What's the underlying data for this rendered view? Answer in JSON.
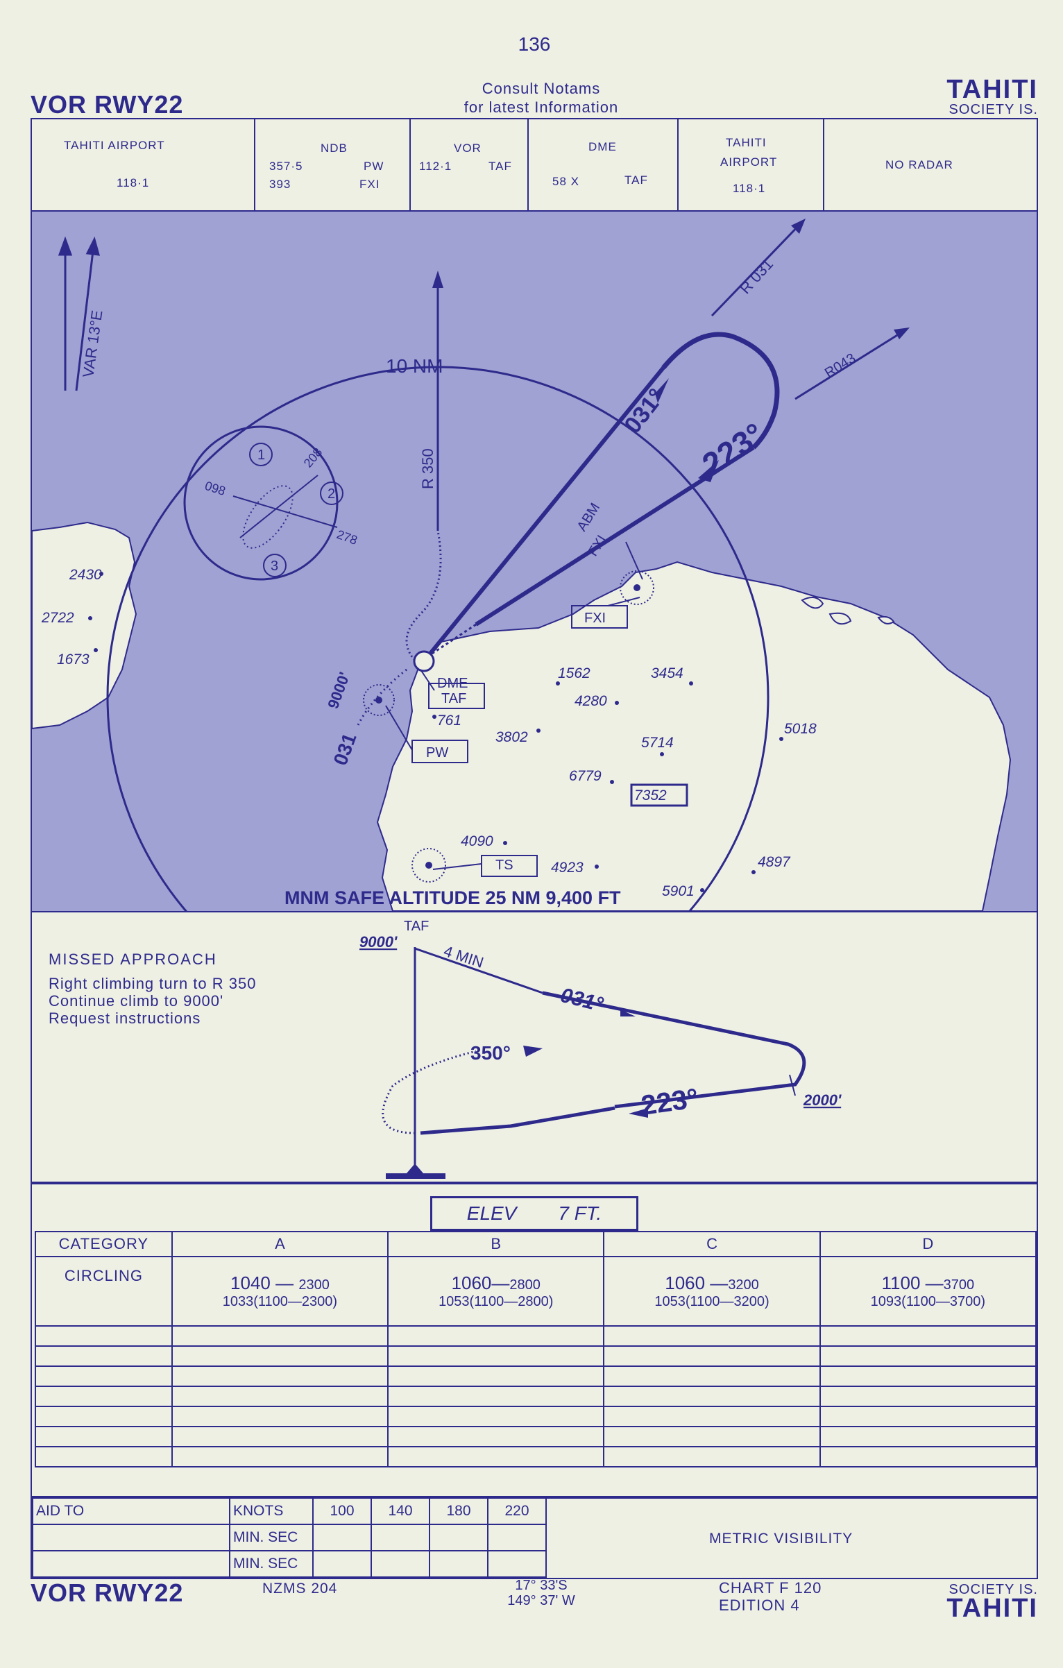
{
  "page_number": "136",
  "title": "VOR RWY22",
  "consult": [
    "Consult  Notams",
    "for latest Information"
  ],
  "place": {
    "name": "TAHITI",
    "region": "SOCIETY IS."
  },
  "freq_strip": {
    "tahiti_airport_left": {
      "label": "TAHITI     AIRPORT",
      "freq": "118·1"
    },
    "ndb": {
      "label": "NDB",
      "row1_freq": "357·5",
      "row1_id": "PW",
      "row2_freq": "393",
      "row2_id": "FXI"
    },
    "vor": {
      "label": "VOR",
      "freq": "112·1",
      "id": "TAF"
    },
    "dme": {
      "label": "DME",
      "chan": "58 X",
      "id": "TAF"
    },
    "tahiti_airport_right": {
      "line1": "TAHITI",
      "line2": "AIRPORT",
      "freq": "118·1"
    },
    "radar": "NO  RADAR"
  },
  "plan": {
    "var": "VAR 13°E",
    "ring_label": "10 NM",
    "r350": "R 350",
    "r031": "R 031",
    "r043": "R043",
    "inbound_course": "223°",
    "outbound_course": "031°",
    "abm": "ABM",
    "abm_fxi": "FXI",
    "holding": {
      "n1": "1",
      "n2": "2",
      "n3": "3",
      "in": "098",
      "out1": "208",
      "out2": "278"
    },
    "start_alt": "9000'",
    "start_course": "031",
    "nav_labels": {
      "dme": "DME",
      "taf": "TAF",
      "pw": "PW",
      "fxi": "FXI",
      "ts": "TS"
    },
    "spot_heights": [
      "2430",
      "2722",
      "1673",
      "1562",
      "3454",
      "4280",
      "761",
      "3802",
      "5714",
      "5018",
      "6779",
      "7352",
      "4090",
      "4923",
      "4897",
      "5901"
    ],
    "msa": "MNM SAFE ALTITUDE 25 NM  9,400 FT"
  },
  "missed_approach": {
    "heading": "MISSED  APPROACH",
    "lines": [
      "Right climbing turn to R 350",
      "Continue climb to  9000'",
      "Request instructions"
    ]
  },
  "profile": {
    "taf": "TAF",
    "alt_top": "9000'",
    "time": "4 MIN",
    "outbound": "031°",
    "inbound": "223°",
    "climb": "350°",
    "alt_turn": "2000'"
  },
  "elevation": {
    "label": "ELEV",
    "value": "7  FT."
  },
  "minima": {
    "category_label": "CATEGORY",
    "circling_label": "CIRCLING",
    "categories": [
      "A",
      "B",
      "C",
      "D"
    ],
    "circling_main": [
      {
        "mda": "1040",
        "vis": "2300"
      },
      {
        "mda": "1060",
        "vis": "2800"
      },
      {
        "mda": "1060",
        "vis": "3200"
      },
      {
        "mda": "1100",
        "vis": "3700"
      }
    ],
    "circling_sub": [
      "1033(1100—2300)",
      "1053(1100—2800)",
      "1053(1100—3200)",
      "1093(1100—3700)"
    ]
  },
  "aid_table": {
    "aid_to": "AID TO",
    "knots": "KNOTS",
    "speeds": [
      "100",
      "140",
      "180",
      "220"
    ],
    "min_sec": "MIN. SEC"
  },
  "metric_visibility": "METRIC  VISIBILITY",
  "footer": {
    "nzms": "NZMS  204",
    "lat": "17° 33'S",
    "lon": "149° 37' W",
    "chart": "CHART  F 120",
    "edition": "EDITION  4"
  },
  "colors": {
    "ink": "#2e2a8c",
    "paper": "#eef0e4",
    "sea": "#9fa2d2"
  }
}
